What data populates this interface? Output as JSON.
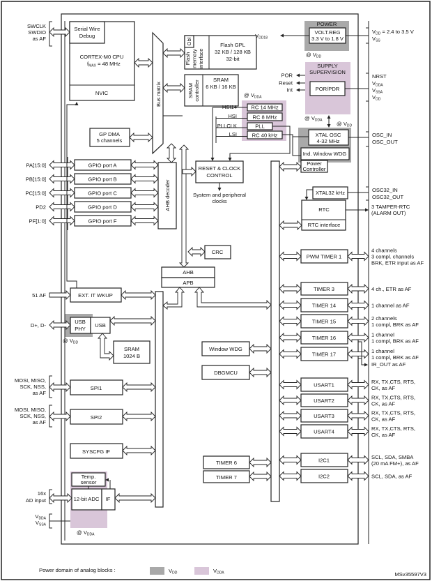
{
  "colors": {
    "vdd_domain": "#a9a9a9",
    "vdda_domain": "#d9c6d9",
    "line": "#222222"
  },
  "core": {
    "swd": [
      "Serial Wire",
      "Debug"
    ],
    "cpu": "CORTEX-M0 CPU",
    "fmax": {
      "t": "f",
      "s": "MAX",
      "r": " = 48 MHz"
    },
    "nvic": "NVIC"
  },
  "left_pins": {
    "swd": [
      "SWCLK",
      "SWDIO",
      "as AF"
    ],
    "exti": "51 AF",
    "usb": "D+, D-",
    "spi1": [
      "MOSI, MISO,",
      "SCK, NSS,",
      "as AF"
    ],
    "spi2": [
      "MOSI, MISO,",
      "SCK, NSS,",
      "as AF"
    ],
    "adc": [
      "16x",
      "AD input"
    ],
    "vdda": {
      "t": "V",
      "s": "DDA"
    },
    "vssa": {
      "t": "V",
      "s": "SSA"
    }
  },
  "bus_matrix": "Bus matrix",
  "flash": {
    "obl": "Obl",
    "iface": [
      "Flash",
      "memory",
      "interface"
    ],
    "name": [
      "Flash GPL",
      "32 KB / 128 KB",
      "32-bit"
    ]
  },
  "sram": {
    "ctrl": [
      "SRAM",
      "controller"
    ],
    "name": [
      "SRAM",
      "6 KB / 16 KB"
    ]
  },
  "dma": [
    "GP DMA",
    "5 channels"
  ],
  "gpio": [
    {
      "pin": "PA[15:0]",
      "port": "GPIO port A"
    },
    {
      "pin": "PB[15:0]",
      "port": "GPIO port B"
    },
    {
      "pin": "PC[15:0]",
      "port": "GPIO port C"
    },
    {
      "pin": "PD2",
      "port": "GPIO port D"
    },
    {
      "pin": "PF[1:0]",
      "port": "GPIO port F"
    }
  ],
  "ahb_decoder": "AHB decoder",
  "rcc": {
    "name": [
      "RESET & CLOCK",
      "CONTROL"
    ],
    "out": [
      "System and peripheral",
      "clocks"
    ]
  },
  "clocks": {
    "domain": {
      "t": "@ V",
      "s": "DDA"
    },
    "labels": [
      "HSI14",
      "HSI",
      "PLLCLK",
      "LSI"
    ],
    "blocks": [
      "RC 14 MHz",
      "RC 8 MHz",
      "PLL",
      "RC 40 kHz"
    ]
  },
  "power": {
    "title": "POWER",
    "regulator": [
      "VOLT.REG",
      "3.3 V to 1.8 V"
    ],
    "vdd18": {
      "t": "V",
      "s": "DD18"
    },
    "domain": {
      "t": "@ V",
      "s": "DD"
    },
    "vdd_in": {
      "t": "V",
      "s": "DD",
      "r": " = 2.4 to 3.5 V"
    },
    "vss": {
      "t": "V",
      "s": "SS"
    }
  },
  "supervision": {
    "title": [
      "SUPPLY",
      "SUPERVISION"
    ],
    "block": "POR/PDR",
    "outputs": [
      "POR",
      "Reset",
      "Int"
    ],
    "pins": {
      "nrst": "NRST",
      "vdda": {
        "t": "V",
        "s": "DDA"
      },
      "vssa": {
        "t": "V",
        "s": "SSA"
      },
      "vdd": {
        "t": "V",
        "s": "DD"
      }
    }
  },
  "xtal": {
    "domain_vdda": {
      "t": "@ V",
      "s": "DDA"
    },
    "domain_vdd": {
      "t": "@ V",
      "s": "DD"
    },
    "osc": [
      "XTAL OSC",
      "4-32 MHz"
    ],
    "iwdg": "Ind. Window WDG",
    "power_ctrl": [
      "Power",
      "Controller"
    ],
    "pins": [
      "OSC_IN",
      "OSC_OUT"
    ]
  },
  "rtc": {
    "xtal32": "XTAL32 kHz",
    "name": "RTC",
    "iface": "RTC interface",
    "pins": [
      "OSC32_IN",
      "OSC32_OUT"
    ],
    "tamper": [
      "3 TAMPER-RTC",
      "(ALARM OUT)"
    ]
  },
  "crc": "CRC",
  "bridge": {
    "ahb": "AHB",
    "apb": "APB"
  },
  "left_periph": {
    "exti": "EXT. IT  WKUP",
    "usb_phy": [
      "USB",
      "PHY"
    ],
    "usb": "USB",
    "usb_domain": {
      "t": "@ V",
      "s": "DD"
    },
    "usb_sram": [
      "SRAM",
      "1024 B"
    ],
    "spi1": "SPI1",
    "spi2": "SPI2",
    "syscfg": "SYSCFG IF",
    "temp": [
      "Temp.",
      "sensor"
    ],
    "adc": "12-bit ADC",
    "adc_if": "IF",
    "adc_domain": {
      "t": "@ V",
      "s": "DDA"
    }
  },
  "mid_periph": {
    "wwdg": "Window WDG",
    "dbgmcu": "DBGMCU",
    "timer6": "TIMER 6",
    "timer7": "TIMER 7"
  },
  "right_periph": [
    {
      "name": "PWM TIMER 1",
      "af": [
        "4 channels",
        "3 compl. channels",
        "BRK, ETR input as AF"
      ]
    },
    {
      "name": "TIMER 3",
      "af": [
        "4 ch., ETR as AF"
      ]
    },
    {
      "name": "TIMER 14",
      "af": [
        "1 channel as AF"
      ]
    },
    {
      "name": "TIMER 15",
      "af": [
        "2 channels",
        "1 compl, BRK as AF"
      ]
    },
    {
      "name": "TIMER 16",
      "af": [
        "1 channel",
        "1 compl, BRK as AF"
      ]
    },
    {
      "name": "TIMER 17",
      "af": [
        "1 channel",
        "1 compl, BRK as AF"
      ]
    },
    {
      "name": "USART1",
      "af": [
        "RX, TX,CTS, RTS,",
        "CK, as AF"
      ]
    },
    {
      "name": "USART2",
      "af": [
        "RX, TX,CTS, RTS,",
        "CK, as AF"
      ]
    },
    {
      "name": "USART3",
      "af": [
        "RX, TX,CTS, RTS,",
        "CK, as AF"
      ]
    },
    {
      "name": "USART4",
      "af": [
        "RX, TX,CTS, RTS,",
        "CK, as AF"
      ]
    },
    {
      "name": "I2C1",
      "af": [
        "SCL, SDA, SMBA",
        "(20 mA FM+), as AF"
      ]
    },
    {
      "name": "I2C2",
      "af": [
        "SCL, SDA, as AF"
      ]
    }
  ],
  "ir_out": "IR_OUT as AF",
  "legend": {
    "label": "Power domain of analog blocks :",
    "vdd": {
      "t": "V",
      "s": "DD"
    },
    "vdda": {
      "t": "V",
      "s": "DDA"
    }
  },
  "figure_id": "MSv35597V3"
}
